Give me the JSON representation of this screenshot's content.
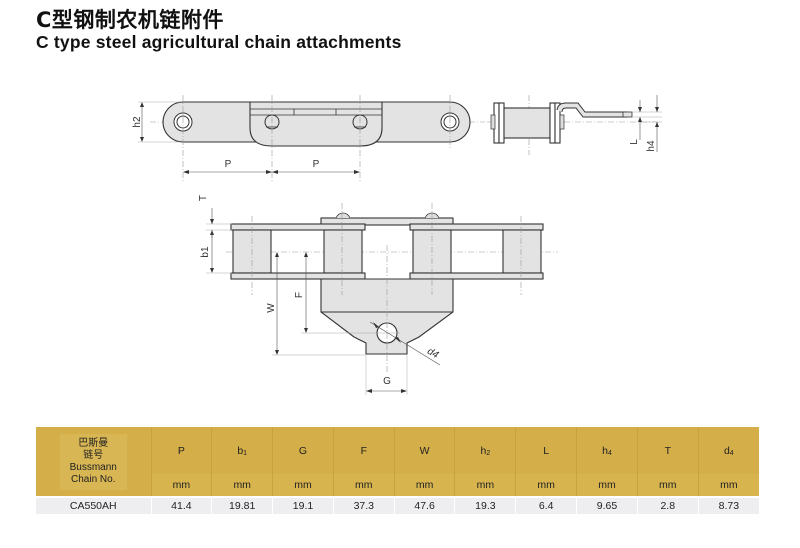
{
  "header": {
    "title_cn": "C型钢制农机链附件",
    "title_en": "C type steel agricultural chain attachments"
  },
  "drawing": {
    "labels": {
      "h2": "h2",
      "P1": "P",
      "P2": "P",
      "L": "L",
      "h4": "h4",
      "T": "T",
      "b1": "b1",
      "F": "F",
      "W": "W",
      "G": "G",
      "d4": "d4"
    }
  },
  "table": {
    "first_header": {
      "line1": "巴斯曼",
      "line2": "链号",
      "line3": "Bussmann",
      "line4": "Chain No."
    },
    "columns": [
      {
        "name": "P",
        "sub": "",
        "unit": "mm"
      },
      {
        "name": "b",
        "sub": "1",
        "unit": "mm"
      },
      {
        "name": "G",
        "sub": "",
        "unit": "mm"
      },
      {
        "name": "F",
        "sub": "",
        "unit": "mm"
      },
      {
        "name": "W",
        "sub": "",
        "unit": "mm"
      },
      {
        "name": "h",
        "sub": "2",
        "unit": "mm"
      },
      {
        "name": "L",
        "sub": "",
        "unit": "mm"
      },
      {
        "name": "h",
        "sub": "4",
        "unit": "mm"
      },
      {
        "name": "T",
        "sub": "",
        "unit": "mm"
      },
      {
        "name": "d",
        "sub": "4",
        "unit": "mm"
      }
    ],
    "rows": [
      {
        "chain_no": "CA550AH",
        "values": [
          "41.4",
          "19.81",
          "19.1",
          "37.3",
          "47.6",
          "19.3",
          "6.4",
          "9.65",
          "2.8",
          "8.73"
        ]
      }
    ]
  }
}
